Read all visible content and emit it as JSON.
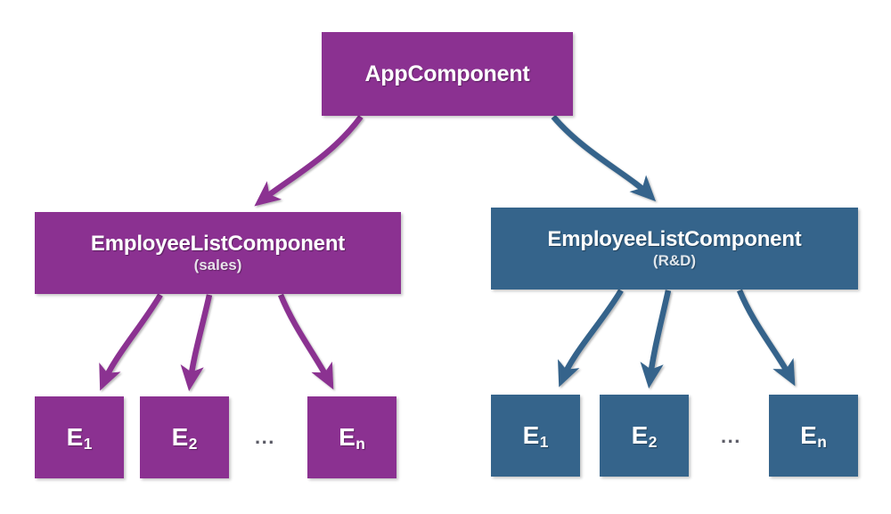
{
  "diagram": {
    "title": "Angular component tree with two EmployeeListComponent branches",
    "colors": {
      "purple": "#8B3191",
      "blue": "#35648B",
      "background": "#FFFFFF",
      "subtitle_text": "#E8E2EA",
      "ellipsis_text": "#5B5B66"
    },
    "root": {
      "label": "AppComponent"
    },
    "branches": [
      {
        "id": "sales-branch",
        "color": "#8B3191",
        "parent": {
          "label": "EmployeeListComponent",
          "sublabel": "(sales)"
        },
        "leaves": [
          {
            "label": "E",
            "subscript": "1"
          },
          {
            "label": "E",
            "subscript": "2"
          },
          {
            "label": "E",
            "subscript": "n"
          }
        ],
        "ellipsis": "..."
      },
      {
        "id": "rnd-branch",
        "color": "#35648B",
        "parent": {
          "label": "EmployeeListComponent",
          "sublabel": "(R&D)"
        },
        "leaves": [
          {
            "label": "E",
            "subscript": "1"
          },
          {
            "label": "E",
            "subscript": "2"
          },
          {
            "label": "E",
            "subscript": "n"
          }
        ],
        "ellipsis": "..."
      }
    ]
  }
}
